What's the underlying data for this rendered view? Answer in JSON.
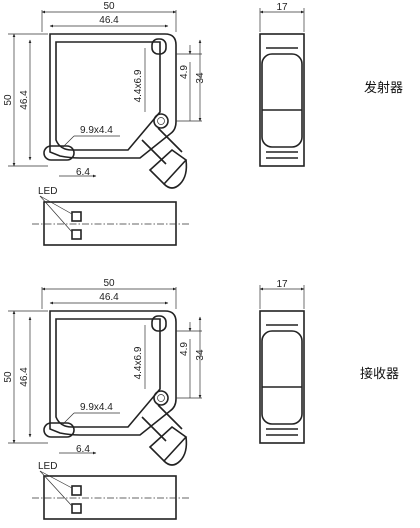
{
  "views": [
    {
      "label": "发射器",
      "front": {
        "width": "50",
        "inner_width": "46.4",
        "height": "50",
        "inner_height": "46.4",
        "slot": "4.4x6.9",
        "hole_offset": "4.9",
        "hole_height": "34",
        "bottom_slot": "9.9x4.4",
        "bottom_offset": "6.4"
      },
      "side": {
        "width": "17"
      },
      "bottom": {
        "led_label": "LED"
      }
    },
    {
      "label": "接收器",
      "front": {
        "width": "50",
        "inner_width": "46.4",
        "height": "50",
        "inner_height": "46.4",
        "slot": "4.4x6.9",
        "hole_offset": "4.9",
        "hole_height": "34",
        "bottom_slot": "9.9x4.4",
        "bottom_offset": "6.4"
      },
      "side": {
        "width": "17"
      },
      "bottom": {
        "led_label": "LED"
      }
    }
  ]
}
